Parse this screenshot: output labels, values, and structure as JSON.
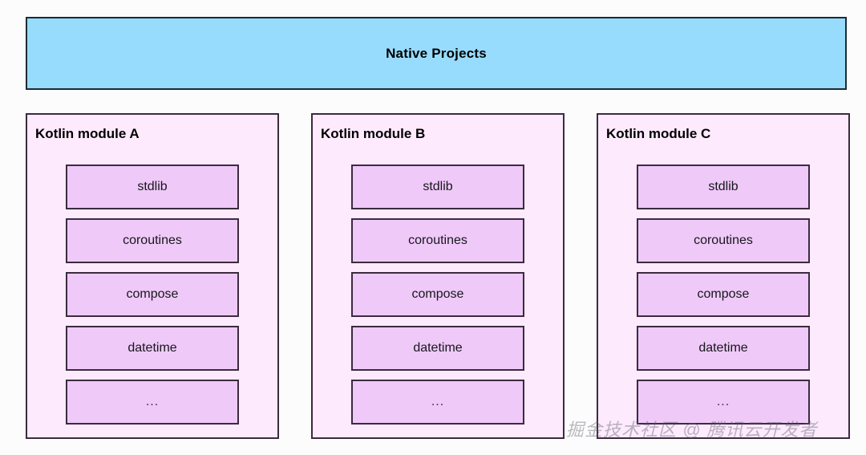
{
  "diagram": {
    "banner": {
      "label": "Native Projects",
      "fill_color": "#98dcfd",
      "border_color": "#1c2b33"
    },
    "modules": [
      {
        "title": "Kotlin module A",
        "items": [
          {
            "label": "stdlib"
          },
          {
            "label": "coroutines"
          },
          {
            "label": "compose"
          },
          {
            "label": "datetime"
          },
          {
            "label": "..."
          }
        ]
      },
      {
        "title": "Kotlin module B",
        "items": [
          {
            "label": "stdlib"
          },
          {
            "label": "coroutines"
          },
          {
            "label": "compose"
          },
          {
            "label": "datetime"
          },
          {
            "label": "..."
          }
        ]
      },
      {
        "title": "Kotlin module C",
        "items": [
          {
            "label": "stdlib"
          },
          {
            "label": "coroutines"
          },
          {
            "label": "compose"
          },
          {
            "label": "datetime"
          },
          {
            "label": "..."
          }
        ]
      }
    ],
    "colors": {
      "page_background": "#fcfcfc",
      "module_fill": "#fdeafd",
      "module_border": "#3b2b3f",
      "item_fill": "#efc9f8",
      "item_border": "#3b2b3f",
      "banner_fill": "#98dcfd",
      "banner_border": "#1c2b33",
      "text": "#000000"
    }
  },
  "watermark": {
    "text": "掘金技术社区 @ 腾讯云开发者"
  }
}
